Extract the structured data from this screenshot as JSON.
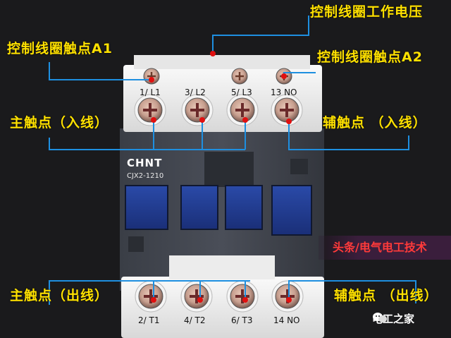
{
  "labels": {
    "coil_voltage": "控制线圈工作电压",
    "coil_a1": "控制线圈触点A1",
    "coil_a2": "控制线圈触点A2",
    "main_in": "主触点（入线）",
    "aux_in": "辅触点 （入线）",
    "main_out": "主触点（出线）",
    "aux_out": "辅触点 （出线）"
  },
  "terminals": {
    "top": [
      "1/ L1",
      "3/ L2",
      "5/ L3",
      "13 NO"
    ],
    "bottom": [
      "2/ T1",
      "4/ T2",
      "6/ T3",
      "14 NO"
    ]
  },
  "device": {
    "brand": "CHNT",
    "model": "CJX2-1210"
  },
  "tag": "头条/电气电工技术",
  "watermark": "电工之家",
  "colors": {
    "label": "#ffe100",
    "line": "#1e8fe0",
    "dot": "#e01010",
    "tag_text": "#ff3a3a"
  }
}
